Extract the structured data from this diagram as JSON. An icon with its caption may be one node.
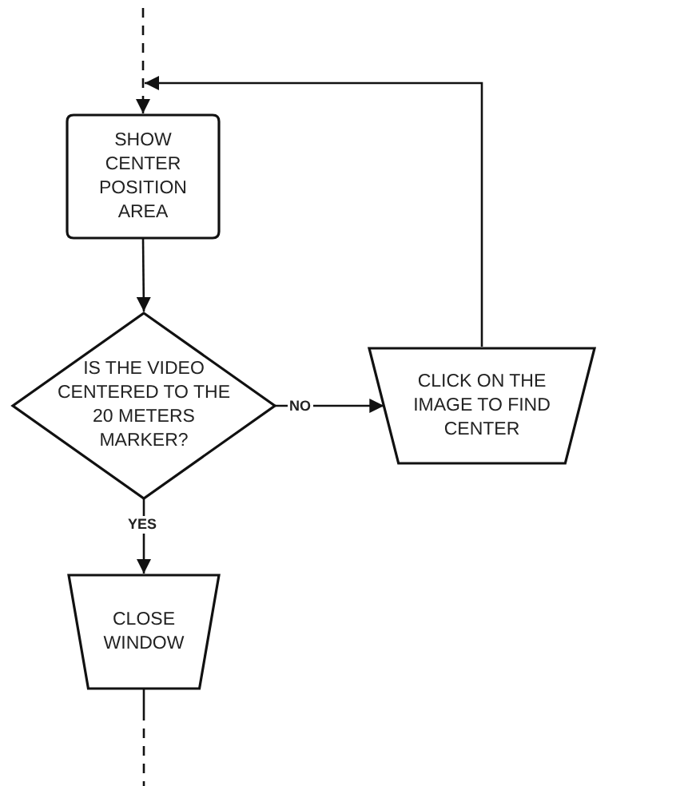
{
  "diagram": {
    "nodes": [
      {
        "text": [
          "SHOW CENTER POSITION AREA"
        ]
      },
      {
        "text": [
          "IS THE VIDEO CENTERED TO THE 20 METERS MARKER?"
        ]
      },
      {
        "text": [
          "CLICK ON THE IMAGE TO FIND CENTER"
        ]
      },
      {
        "text": [
          "CLOSE WINDOW"
        ]
      }
    ],
    "edges": [
      {
        "from": null,
        "to": 0,
        "arrow": "to",
        "style": "dashed"
      },
      {
        "from": 0,
        "to": 1,
        "arrow": "to"
      },
      {
        "from": 1,
        "to": 2,
        "arrow": "to",
        "label": "NO"
      },
      {
        "from": 2,
        "to": 0,
        "arrow": "to"
      },
      {
        "from": 1,
        "to": 3,
        "arrow": "to",
        "label": "YES"
      },
      {
        "from": 3,
        "to": null,
        "arrow": "none",
        "style": "dashed"
      }
    ]
  }
}
